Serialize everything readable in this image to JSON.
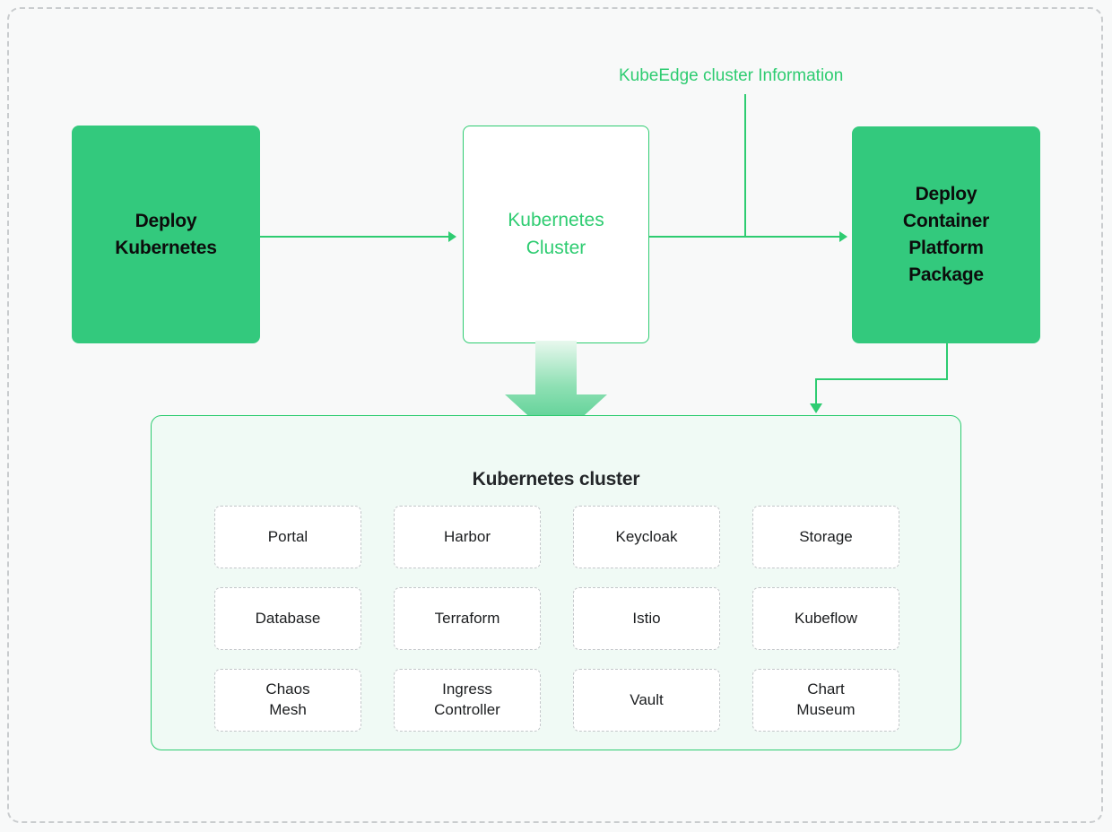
{
  "canvas": {
    "background": "#f8f9f9",
    "frame_color": "#c9ccce",
    "accent": "#2ecc71",
    "node_fill": "#33c97d",
    "panel_fill": "#f0faf5"
  },
  "flow": {
    "nodes": [
      {
        "id": "deploy-kubernetes",
        "label": "Deploy\nKubernetes",
        "style": "solid"
      },
      {
        "id": "kubernetes-cluster",
        "label": "Kubernetes\nCluster",
        "style": "outline"
      },
      {
        "id": "deploy-container-package",
        "label": "Deploy\nContainer\nPlatform\nPackage",
        "style": "solid"
      }
    ],
    "connector_label": "KubeEdge cluster Information"
  },
  "cluster_panel": {
    "title": "Kubernetes cluster",
    "tiles": [
      {
        "label": "Portal"
      },
      {
        "label": "Harbor"
      },
      {
        "label": "Keycloak"
      },
      {
        "label": "Storage"
      },
      {
        "label": "Database"
      },
      {
        "label": "Terraform"
      },
      {
        "label": "Istio"
      },
      {
        "label": "Kubeflow"
      },
      {
        "label": "Chaos\nMesh"
      },
      {
        "label": "Ingress\nController"
      },
      {
        "label": "Vault"
      },
      {
        "label": "Chart\nMuseum"
      }
    ]
  }
}
